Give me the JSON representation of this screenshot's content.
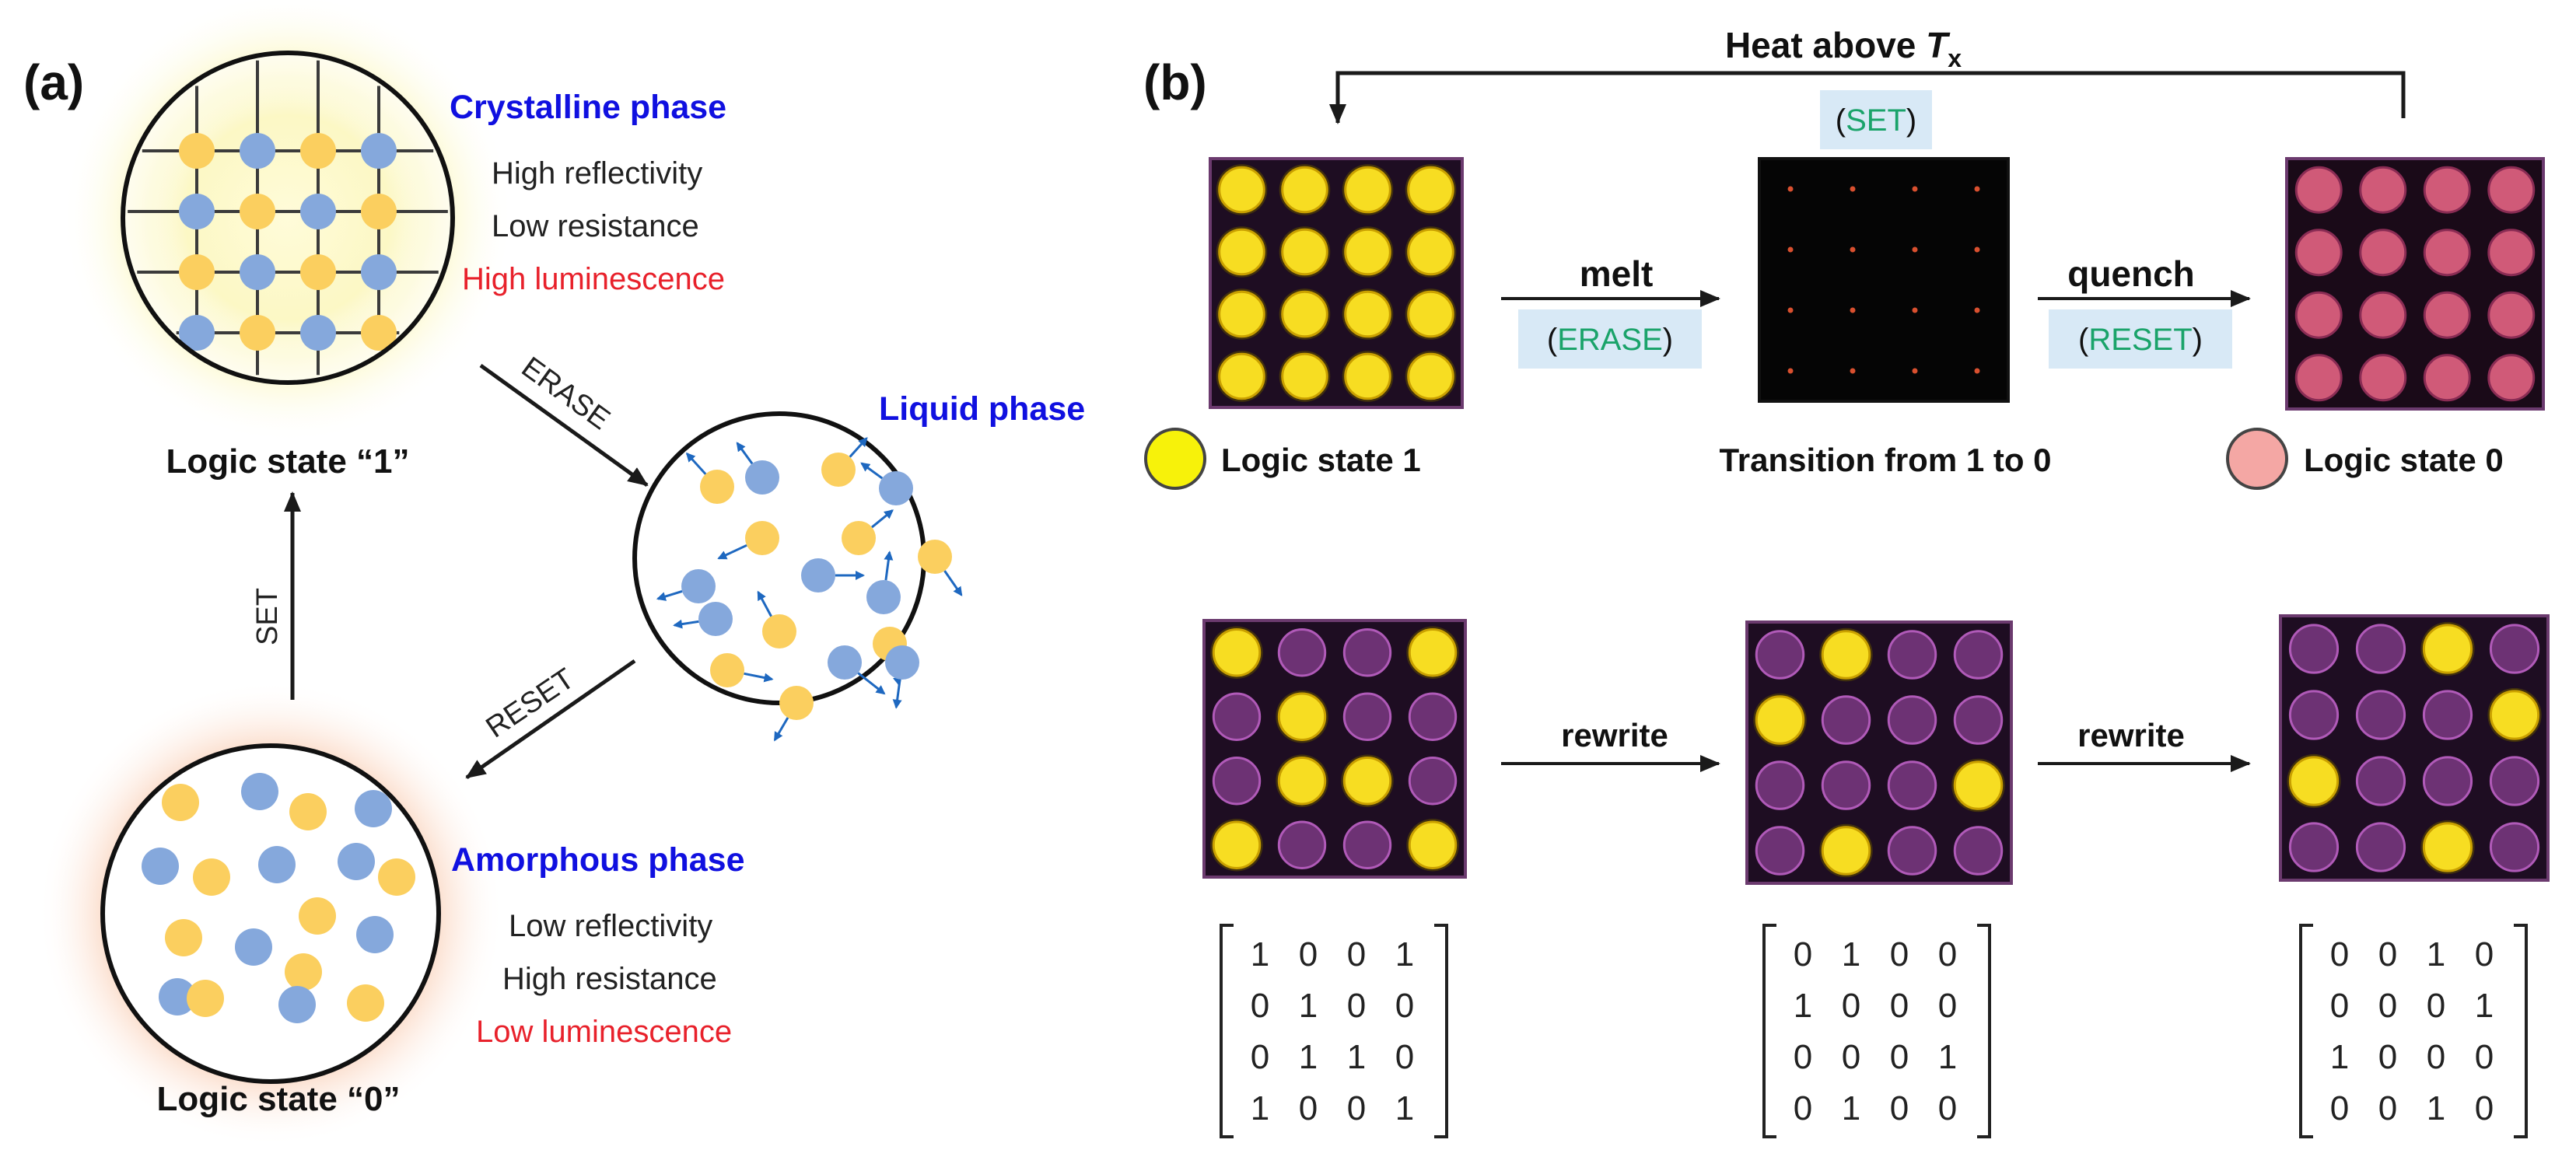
{
  "panel_a": {
    "label": "(a)",
    "crystalline": {
      "title": "Crystalline phase",
      "props": [
        "High reflectivity",
        "Low resistance",
        "High luminescence"
      ],
      "state": "Logic state “1”"
    },
    "liquid": {
      "title": "Liquid phase"
    },
    "amorphous": {
      "title": "Amorphous phase",
      "props": [
        "Low reflectivity",
        "High resistance",
        "Low luminescence"
      ],
      "state": "Logic state “0”"
    },
    "arrows": {
      "erase": "ERASE",
      "reset": "RESET",
      "set": "SET"
    },
    "colors": {
      "blue_title": "#1010e0",
      "red_text": "#e8212b",
      "yellow": "#fbcf5f",
      "blue": "#85a8dc",
      "arrow_blue": "#1e68c0"
    }
  },
  "panel_b": {
    "label": "(b)",
    "heat": {
      "text": "Heat above ",
      "symbol": "T",
      "subscript": "x"
    },
    "set_tag": {
      "open": "(",
      "word": "SET",
      "close": ")"
    },
    "melt": {
      "label": "melt",
      "tag_open": "(",
      "tag_word": "ERASE",
      "tag_close": ")"
    },
    "quench": {
      "label": "quench",
      "tag_open": "(",
      "tag_word": "RESET",
      "tag_close": ")"
    },
    "captions": {
      "state1": "Logic state 1",
      "transition": "Transition from 1 to 0",
      "state0": "Logic state 0"
    },
    "rewrite1": "rewrite",
    "rewrite2": "rewrite",
    "matrices": [
      [
        [
          1,
          0,
          0,
          1
        ],
        [
          0,
          1,
          0,
          0
        ],
        [
          0,
          1,
          1,
          0
        ],
        [
          1,
          0,
          0,
          1
        ]
      ],
      [
        [
          0,
          1,
          0,
          0
        ],
        [
          1,
          0,
          0,
          0
        ],
        [
          0,
          0,
          0,
          1
        ],
        [
          0,
          1,
          0,
          0
        ]
      ],
      [
        [
          0,
          0,
          1,
          0
        ],
        [
          0,
          0,
          0,
          1
        ],
        [
          1,
          0,
          0,
          0
        ],
        [
          0,
          0,
          1,
          0
        ]
      ]
    ],
    "colors": {
      "green_text": "#1aa36a",
      "tag_bg": "#d8e9f6",
      "lit": "#f7dd22",
      "dim": "#b05ab8",
      "pink": "#d05a78"
    }
  }
}
